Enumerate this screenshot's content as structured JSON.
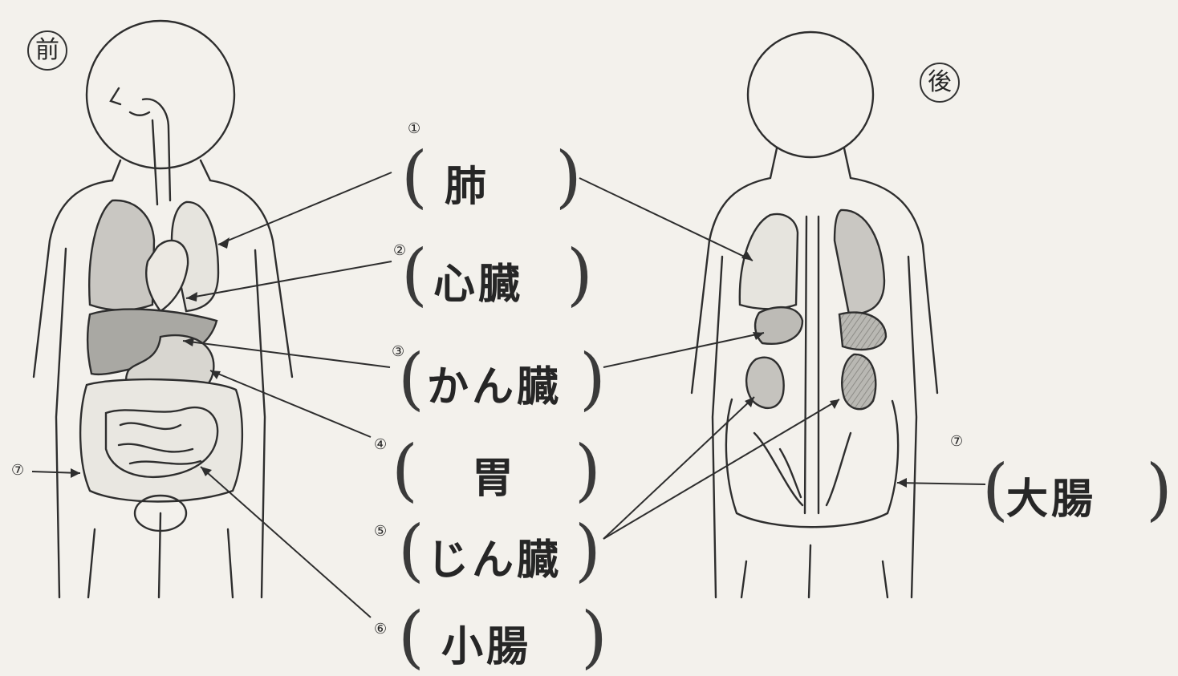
{
  "front_mark": "前",
  "back_mark": "後",
  "labels": [
    {
      "num": "①",
      "text": "肺"
    },
    {
      "num": "②",
      "text": "心臓"
    },
    {
      "num": "③",
      "text": "かん臓"
    },
    {
      "num": "④",
      "text": "胃"
    },
    {
      "num": "⑤",
      "text": "じん臓"
    },
    {
      "num": "⑥",
      "text": "小腸"
    },
    {
      "num": "⑦",
      "text": "大腸"
    }
  ],
  "front_extra_num": "⑦",
  "colors": {
    "paper": "#f3f1ec",
    "ink": "#2b2b2b",
    "shade": "#9a9a96"
  }
}
